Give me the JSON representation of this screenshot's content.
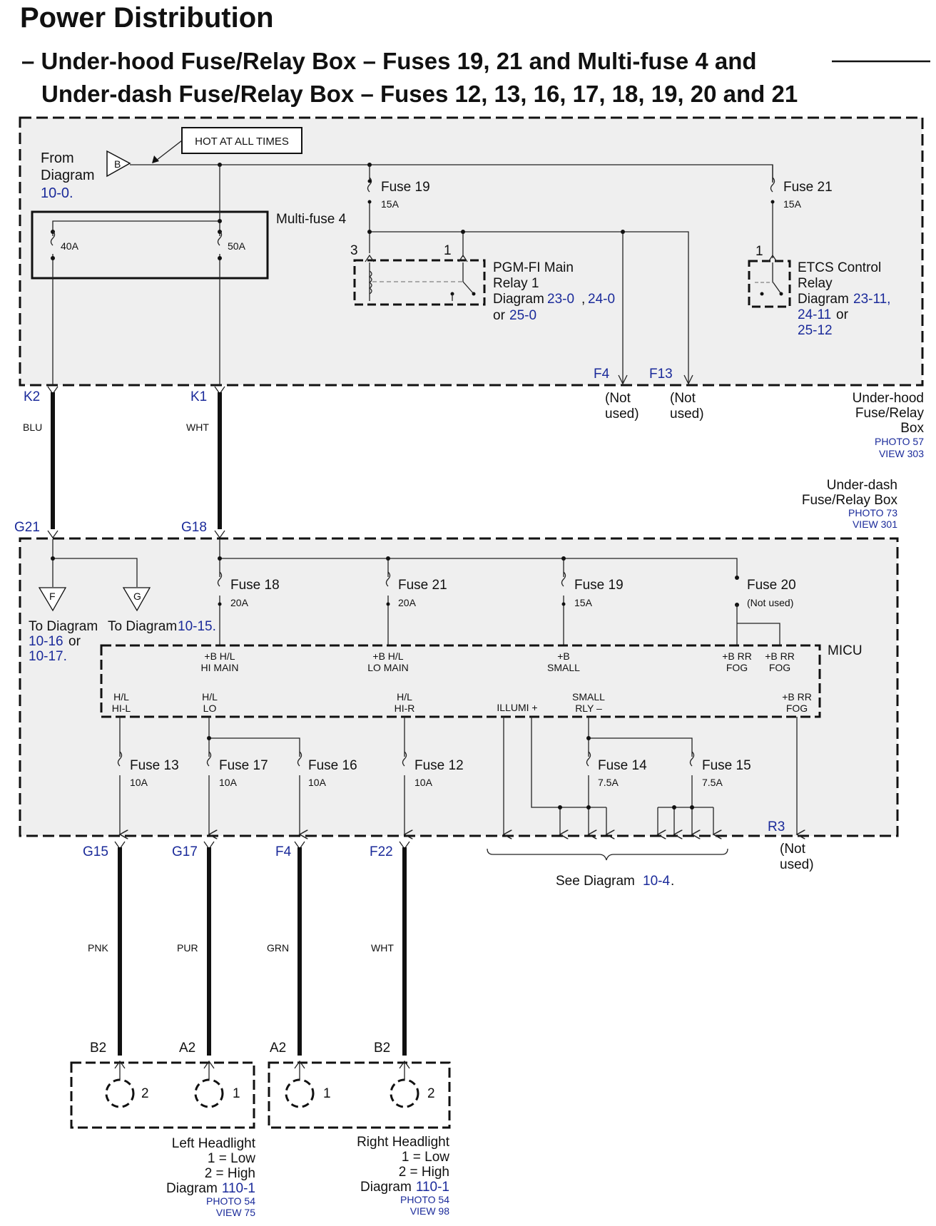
{
  "title": "Power Distribution",
  "subtitle_line1": "– Under-hood Fuse/Relay Box – Fuses 19, 21 and Multi-fuse 4 and",
  "subtitle_line2": "Under-dash Fuse/Relay Box – Fuses 12, 13, 16, 17, 18, 19, 20 and 21",
  "hot_label": "HOT AT ALL TIMES",
  "from_diagram": {
    "line1": "From",
    "line2": "Diagram",
    "ref": "10-0.",
    "connector": "B"
  },
  "underhood": {
    "multifuse_label": "Multi-fuse 4",
    "mf_40": "40A",
    "mf_50": "50A",
    "fuse19": {
      "label": "Fuse 19",
      "rating": "15A"
    },
    "fuse21": {
      "label": "Fuse 21",
      "rating": "15A"
    },
    "pgm": {
      "pin3": "3",
      "pin1": "1",
      "line1": "PGM-FI Main",
      "line2": "Relay 1",
      "diag_word": "Diagram",
      "ref1": "23-0",
      "ref2": "24-0",
      "or_word": "or",
      "ref3": "25-0"
    },
    "etcs": {
      "pin1": "1",
      "line1": "ETCS Control",
      "line2": "Relay",
      "diag_word": "Diagram",
      "ref1": "23-11,",
      "ref2": "24-11",
      "or_word": "or",
      "ref3": "25-12"
    },
    "f4": {
      "pin": "F4",
      "line1": "(Not",
      "line2": "used)"
    },
    "f13": {
      "pin": "F13",
      "line1": "(Not",
      "line2": "used)"
    },
    "box_label": {
      "line1": "Under-hood",
      "line2": "Fuse/Relay",
      "line3": "Box",
      "photo": "PHOTO 57",
      "view": "VIEW 303"
    }
  },
  "harness_top": {
    "k2": "K2",
    "k2_color": "BLU",
    "k1": "K1",
    "k1_color": "WHT",
    "g21": "G21",
    "g18": "G18"
  },
  "underdash": {
    "box_label": {
      "line1": "Under-dash",
      "line2": "Fuse/Relay Box",
      "photo": "PHOTO 73",
      "view": "VIEW 301"
    },
    "conn_f": "F",
    "conn_g": "G",
    "to_f": {
      "line1": "To Diagram",
      "ref1": "10-16",
      "or_word": "or",
      "ref2": "10-17."
    },
    "to_g": {
      "text": "To Diagram",
      "ref": "10-15."
    },
    "fuse18": {
      "label": "Fuse 18",
      "rating": "20A"
    },
    "fuse21": {
      "label": "Fuse 21",
      "rating": "20A"
    },
    "fuse19": {
      "label": "Fuse 19",
      "rating": "15A"
    },
    "fuse20": {
      "label": "Fuse 20",
      "rating": "(Not used)"
    },
    "micu": {
      "label": "MICU",
      "hi_main": [
        "+B H/L",
        "HI MAIN"
      ],
      "lo_main": [
        "+B H/L",
        "LO MAIN"
      ],
      "small": [
        "+B",
        "SMALL"
      ],
      "rr_fog1": [
        "+B RR",
        "FOG"
      ],
      "rr_fog2": [
        "+B RR",
        "FOG"
      ],
      "hl_hil": [
        "H/L",
        "HI-L"
      ],
      "hl_lo": [
        "H/L",
        "LO"
      ],
      "hl_hir": [
        "H/L",
        "HI-R"
      ],
      "illumi": "ILLUMI +",
      "small_rly": [
        "SMALL",
        "RLY –"
      ],
      "rr_fog3": [
        "+B RR",
        "FOG"
      ]
    },
    "fuse13": {
      "label": "Fuse 13",
      "rating": "10A"
    },
    "fuse17": {
      "label": "Fuse 17",
      "rating": "10A"
    },
    "fuse16": {
      "label": "Fuse 16",
      "rating": "10A"
    },
    "fuse12": {
      "label": "Fuse 12",
      "rating": "10A"
    },
    "fuse14": {
      "label": "Fuse 14",
      "rating": "7.5A"
    },
    "fuse15": {
      "label": "Fuse 15",
      "rating": "7.5A"
    },
    "r3": {
      "pin": "R3",
      "line1": "(Not",
      "line2": "used)"
    },
    "see_diagram": {
      "text": "See Diagram",
      "ref": "10-4",
      "period": "."
    }
  },
  "harness_bottom": {
    "g15": "G15",
    "g15_color": "PNK",
    "g17": "G17",
    "g17_color": "PUR",
    "f4": "F4",
    "f4_color": "GRN",
    "f22": "F22",
    "f22_color": "WHT"
  },
  "headlights": {
    "left": {
      "pin_b2": "B2",
      "pin_a2": "A2",
      "t2": "2",
      "t1": "1",
      "name": "Left Headlight",
      "low": "1 = Low",
      "high": "2 = High",
      "diag_word": "Diagram",
      "ref": "110-1",
      "photo": "PHOTO 54",
      "view": "VIEW 75"
    },
    "right": {
      "pin_a2": "A2",
      "pin_b2": "B2",
      "t1": "1",
      "t2": "2",
      "name": "Right Headlight",
      "low": "1 = Low",
      "high": "2 = High",
      "diag_word": "Diagram",
      "ref": "110-1",
      "photo": "PHOTO 54",
      "view": "VIEW 98"
    }
  }
}
